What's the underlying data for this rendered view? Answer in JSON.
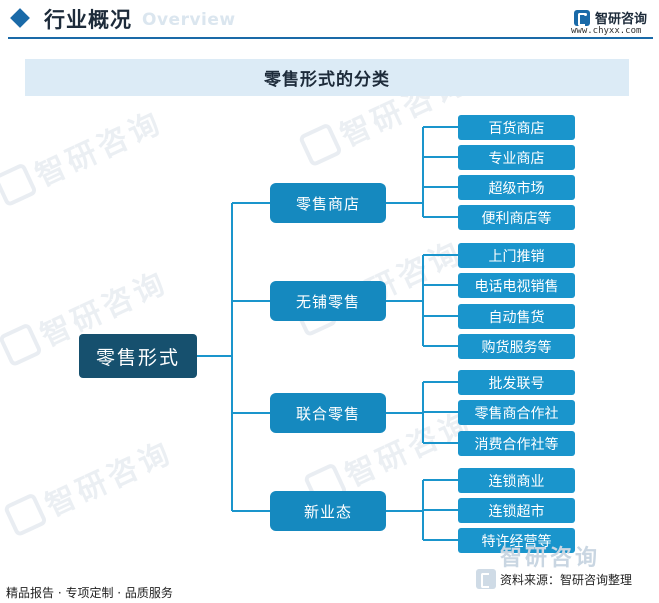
{
  "header": {
    "section_title": "行业概况",
    "section_subtitle": "Overview",
    "brand_name": "智研咨询",
    "brand_url": "www.chyxx.com"
  },
  "diagram": {
    "title": "零售形式的分类",
    "root": "零售形式",
    "categories": [
      {
        "label": "零售商店",
        "children": [
          "百货商店",
          "专业商店",
          "超级市场",
          "便利商店等"
        ]
      },
      {
        "label": "无铺零售",
        "children": [
          "上门推销",
          "电话电视销售",
          "自动售货",
          "购货服务等"
        ]
      },
      {
        "label": "联合零售",
        "children": [
          "批发联号",
          "零售商合作社",
          "消费合作社等"
        ]
      },
      {
        "label": "新业态",
        "children": [
          "连锁商业",
          "连锁超市",
          "特许经营等"
        ]
      }
    ]
  },
  "watermark": {
    "text": "智研咨询"
  },
  "footer": {
    "left_text": "精品报告 · 专项定制 · 品质服务",
    "source_text": "资料来源：智研咨询整理"
  },
  "colors": {
    "root": "#16506e",
    "category": "#1589bf",
    "leaf": "#1a95cc",
    "connector": "#1a95cc",
    "banner": "#dcebf6",
    "header_rule": "#1a6aa8"
  }
}
